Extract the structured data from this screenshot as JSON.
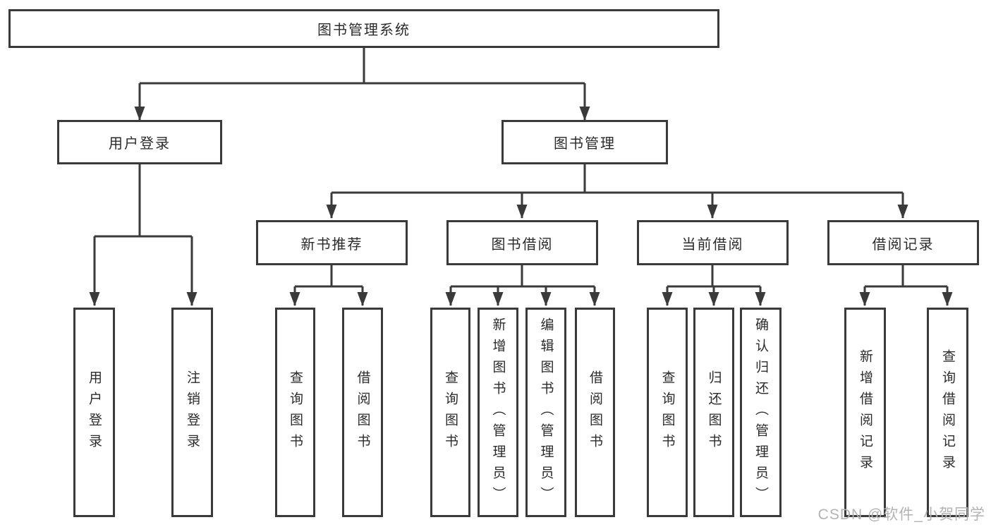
{
  "diagram": {
    "title_node": {
      "label": "图书管理系统"
    },
    "level2": [
      {
        "label": "用户登录"
      },
      {
        "label": "图书管理"
      }
    ],
    "level3": [
      {
        "label": "新书推荐"
      },
      {
        "label": "图书借阅"
      },
      {
        "label": "当前借阅"
      },
      {
        "label": "借阅记录"
      }
    ],
    "leaves": [
      {
        "label": "用户登录",
        "parent": "用户登录"
      },
      {
        "label": "注销登录",
        "parent": "用户登录"
      },
      {
        "label": "查询图书",
        "parent": "新书推荐"
      },
      {
        "label": "借阅图书",
        "parent": "新书推荐"
      },
      {
        "label": "查询图书",
        "parent": "图书借阅"
      },
      {
        "label": "新增图书（管理员）",
        "parent": "图书借阅"
      },
      {
        "label": "编辑图书（管理员）",
        "parent": "图书借阅"
      },
      {
        "label": "借阅图书",
        "parent": "图书借阅"
      },
      {
        "label": "查询图书",
        "parent": "当前借阅"
      },
      {
        "label": "归还图书",
        "parent": "当前借阅"
      },
      {
        "label": "确认归还（管理员）",
        "parent": "当前借阅"
      },
      {
        "label": "新增借阅记录",
        "parent": "借阅记录"
      },
      {
        "label": "查询借阅记录",
        "parent": "借阅记录"
      }
    ],
    "colors": {
      "line": "#3a3a3a",
      "text": "#2b2b2b",
      "background": "#ffffff",
      "watermark": "#b3b3b3"
    }
  },
  "watermark": {
    "text": "CSDN @软件_小贺同学"
  }
}
